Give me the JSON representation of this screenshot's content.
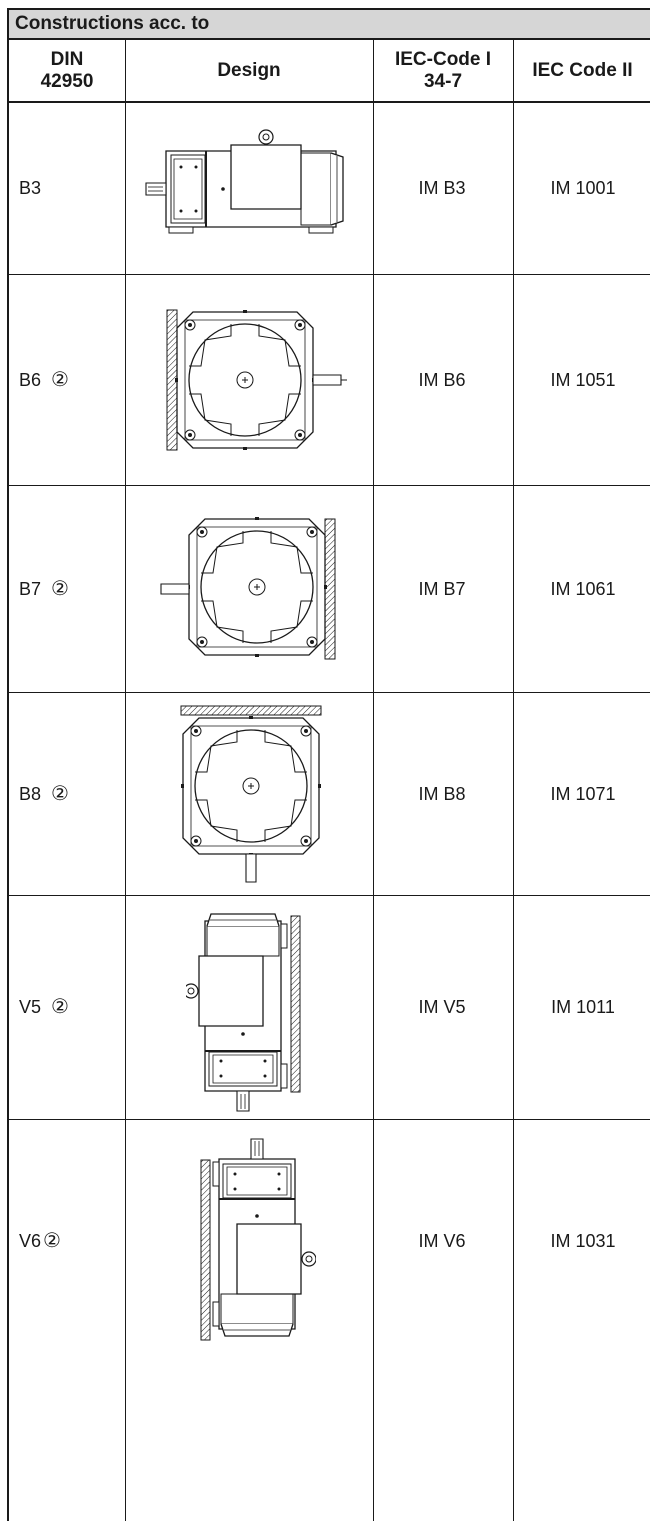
{
  "table": {
    "title": "Constructions acc. to",
    "headers": {
      "din": "DIN 42950",
      "design": "Design",
      "iec1": "IEC-Code I 34-7",
      "iec2": "IEC Code II"
    },
    "rows": [
      {
        "din": "B3",
        "note": "",
        "iec1": "IM B3",
        "iec2": "IM 1001",
        "design_icon": "motor-foot-mounted-side-view-icon"
      },
      {
        "din": "B6",
        "note": "②",
        "iec1": "IM B6",
        "iec2": "IM 1051",
        "design_icon": "motor-wall-mounted-shaft-right-icon"
      },
      {
        "din": "B7",
        "note": "②",
        "iec1": "IM B7",
        "iec2": "IM 1061",
        "design_icon": "motor-wall-mounted-shaft-left-icon"
      },
      {
        "din": "B8",
        "note": "②",
        "iec1": "IM B8",
        "iec2": "IM 1071",
        "design_icon": "motor-ceiling-mounted-shaft-down-icon"
      },
      {
        "din": "V5",
        "note": "②",
        "iec1": "IM V5",
        "iec2": "IM 1011",
        "design_icon": "motor-vertical-shaft-down-icon"
      },
      {
        "din": "V6",
        "note": "②",
        "iec1": "IM V6",
        "iec2": "IM 1031",
        "design_icon": "motor-vertical-shaft-up-icon"
      }
    ]
  }
}
